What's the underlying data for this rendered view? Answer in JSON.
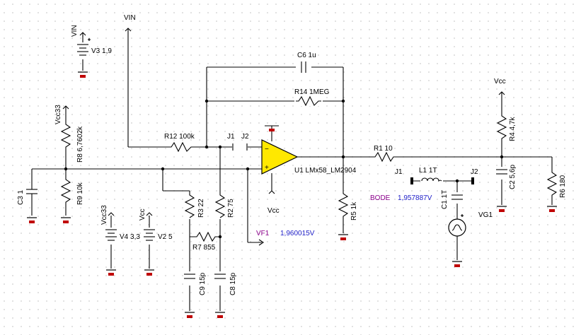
{
  "labels": {
    "vin_top": "VIN",
    "vin_src": "VIN",
    "v3": "V3 1,9",
    "vcc33_left": "Vcc33",
    "vcc33_v4": "Vcc33",
    "vcc_v2": "Vcc",
    "vcc_opamp": "Vcc",
    "vcc_right": "Vcc",
    "r8": "R8 6,7602k",
    "r9": "R9 10k",
    "c3": "C3 1",
    "v4": "V4 3,3",
    "v2": "V2 5",
    "r12": "R12 100k",
    "j1_left": "J1",
    "j2_left": "J2",
    "r3": "R3 22",
    "r2": "R2 75",
    "r7": "R7 855",
    "c9": "C9 15p",
    "c8": "C8 15p",
    "c6": "C6 1u",
    "r14": "R14 1MEG",
    "u1": "U1 LMx58_LM2904",
    "vf1": "VF1",
    "vf1_value": "1,960015V",
    "r5": "R5 1k",
    "r1": "R1 10",
    "l1": "L1 1T",
    "j1_right": "J1",
    "j2_right": "J2",
    "c1": "C1 1T",
    "bode": "BODE",
    "bode_value": "1,957887V",
    "vg1": "VG1",
    "r4": "R4 4,7k",
    "c2": "C2 5,6p",
    "r6": "R6 180"
  },
  "colors": {
    "wire": "#000000",
    "pin_end": "#c00000",
    "opamp_fill": "#ffe800",
    "meter_value": "#1f1fc8",
    "meter_name": "#8b008b",
    "grid_dot": "#d9d9d9"
  }
}
